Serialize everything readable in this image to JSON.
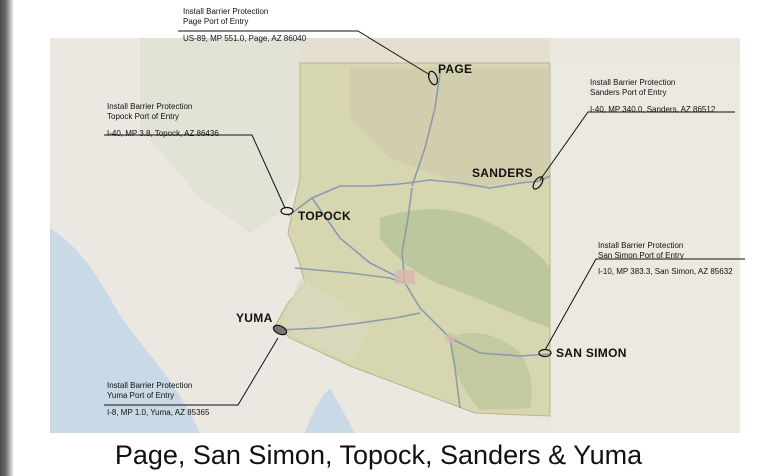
{
  "title": "Page, San Simon, Topock, Sanders & Yuma",
  "sites": [
    {
      "name": "PAGE",
      "line1": "Install Barrier Protection",
      "line2": "Page Port of Entry",
      "address": "US-89, MP 551.0, Page, AZ 86040"
    },
    {
      "name": "SANDERS",
      "line1": "Install Barrier Protection",
      "line2": "Sanders Port of Entry",
      "address": "I-40, MP 340.0, Sanders, AZ 86512"
    },
    {
      "name": "TOPOCK",
      "line1": "Install Barrier Protection",
      "line2": "Topock Port of Entry",
      "address": "I-40, MP 3.8, Topock, AZ 86436"
    },
    {
      "name": "SAN SIMON",
      "line1": "Install Barrier Protection",
      "line2": "San Simon Port of Entry",
      "address": "I-10, MP 383.3, San Simon, AZ 85632"
    },
    {
      "name": "YUMA",
      "line1": "Install Barrier Protection",
      "line2": "Yuma Port of Entry",
      "address": "I-8, MP 1.0, Yuma, AZ 85365"
    }
  ],
  "colors": {
    "ocean": "#c9d9e6",
    "land": "#eae8e1",
    "state_fill": "#d6d7b1",
    "highway": "#8a9bb0"
  }
}
